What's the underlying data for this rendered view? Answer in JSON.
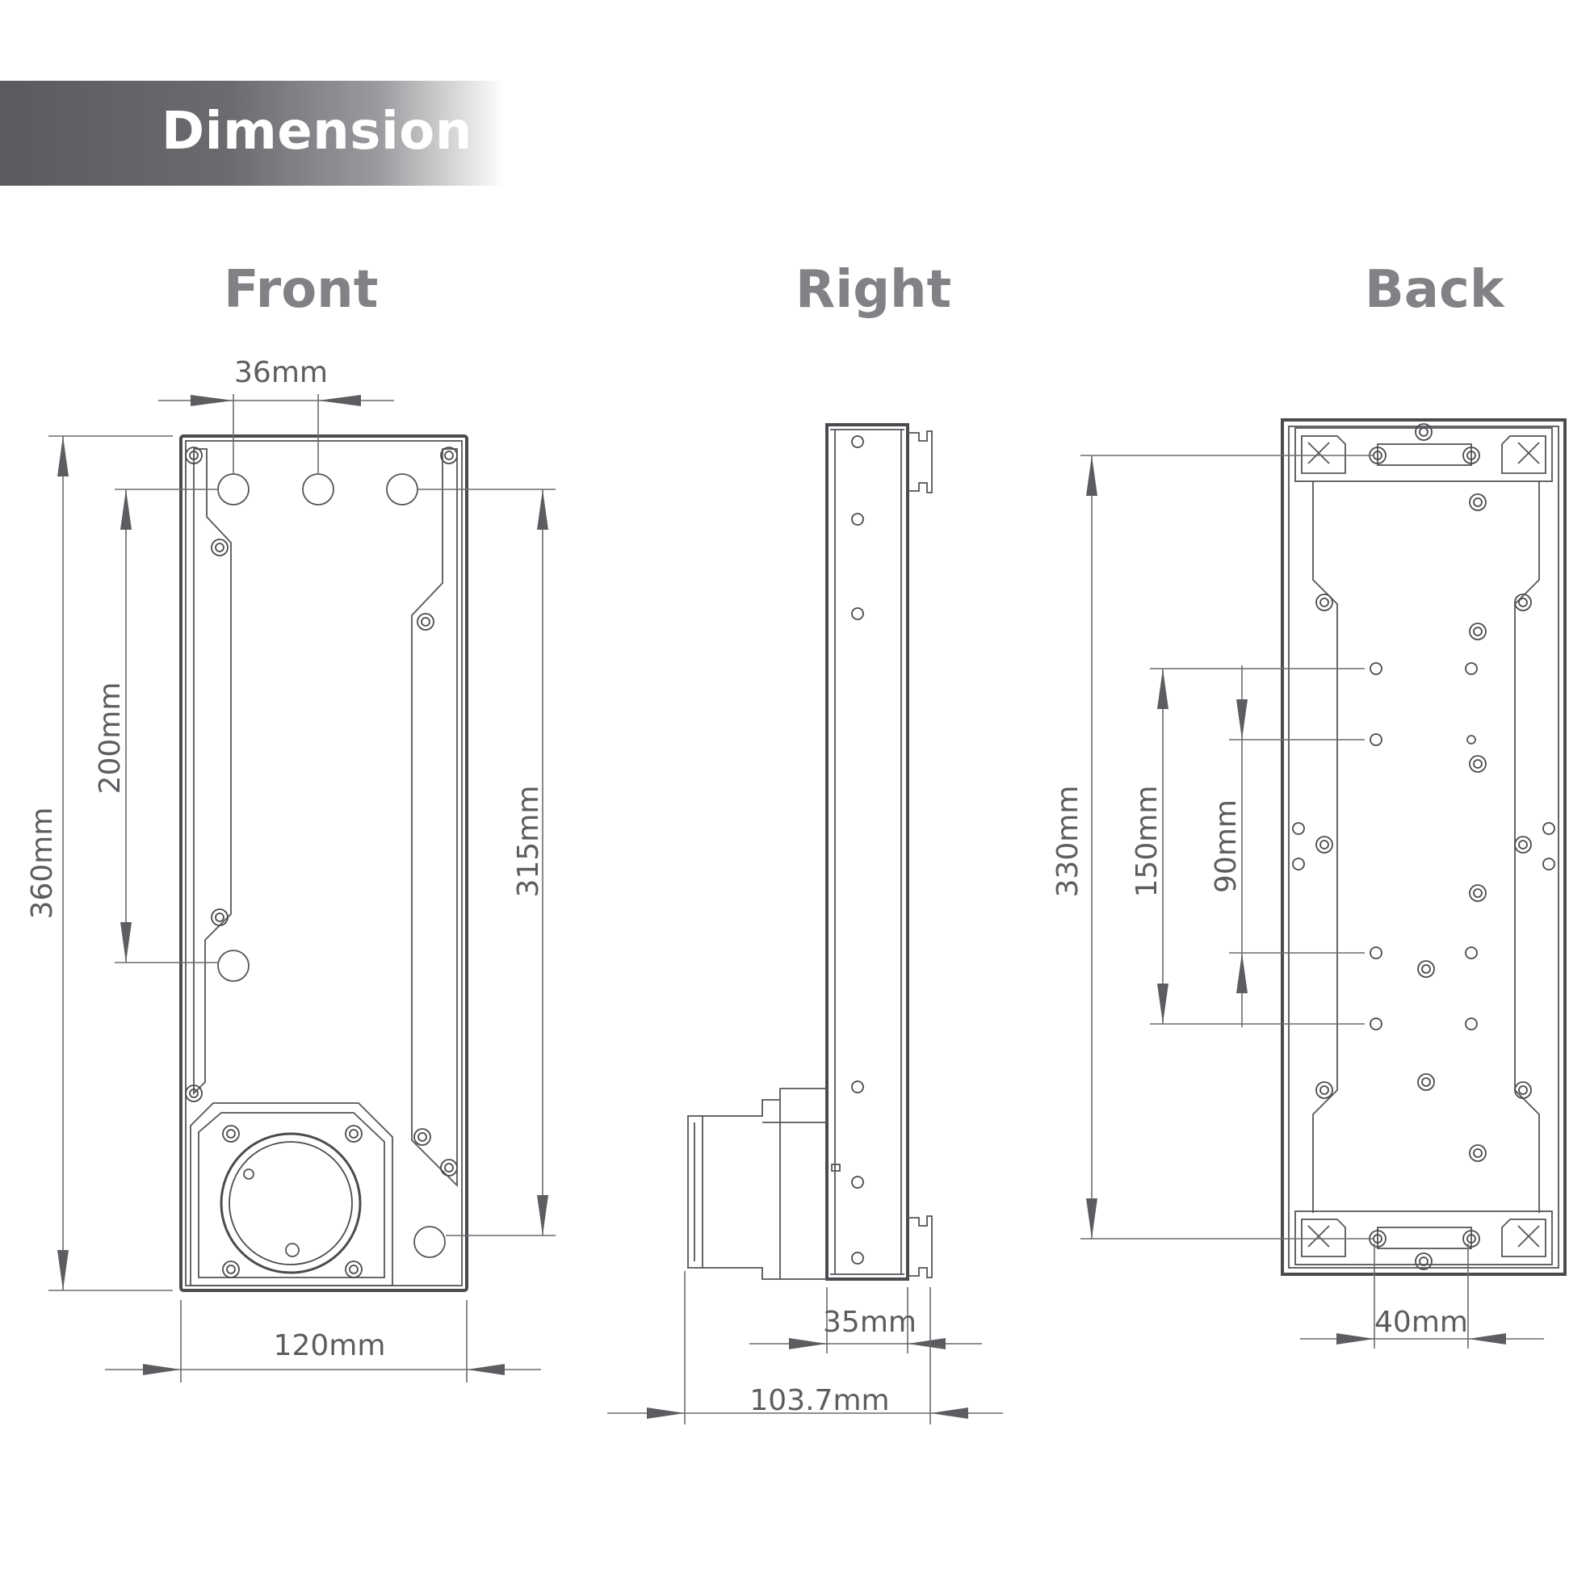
{
  "header": {
    "title": "Dimension"
  },
  "views": {
    "front": {
      "title": "Front"
    },
    "right": {
      "title": "Right"
    },
    "back": {
      "title": "Back"
    }
  },
  "dimensions": {
    "front": {
      "hole_spacing": "36mm",
      "height": "360mm",
      "port_spacing": "200mm",
      "port_span": "315mm",
      "width": "120mm"
    },
    "right": {
      "depth": "35mm",
      "total_depth": "103.7mm"
    },
    "back": {
      "mount_height": "330mm",
      "span_150": "150mm",
      "span_90": "90mm",
      "width_40": "40mm"
    }
  },
  "colors": {
    "band_dark": "#5a5b5e",
    "title_gray": "#808285",
    "line": "#4a4b4e"
  }
}
